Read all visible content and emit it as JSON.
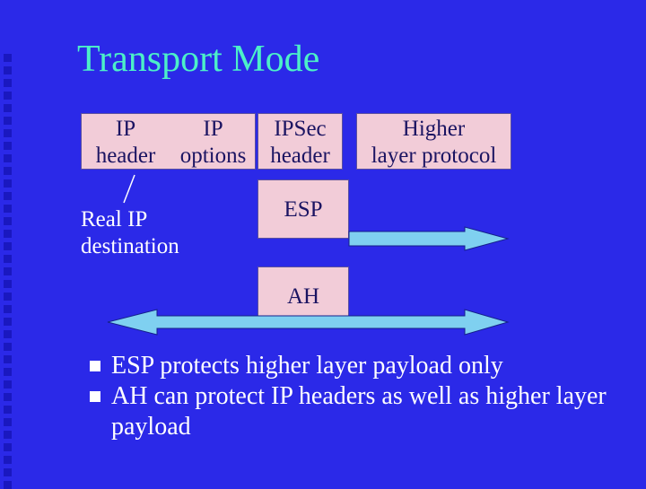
{
  "slide": {
    "title": "Transport Mode",
    "packet": {
      "ip_header": {
        "line1": "IP",
        "line2": "header"
      },
      "ip_options": {
        "line1": "IP",
        "line2": "options"
      },
      "ipsec_header": {
        "line1": "IPSec",
        "line2": "header"
      },
      "higher_layer": {
        "line1": "Higher",
        "line2": "layer protocol"
      }
    },
    "esp_label": "ESP",
    "ah_label": "AH",
    "annotation": {
      "line1": "Real IP",
      "line2": "destination"
    },
    "bullets": [
      "ESP protects higher layer payload only",
      "AH can protect IP headers as well as higher layer payload"
    ],
    "colors": {
      "background": "#2b29e8",
      "title": "#4cf0c8",
      "box_fill": "#f2ccd8",
      "arrow_fill": "#7fd0f0"
    }
  }
}
